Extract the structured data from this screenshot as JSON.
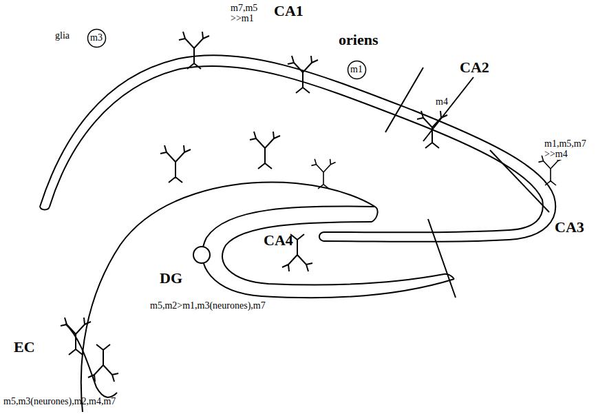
{
  "diagram": {
    "nodes": [
      {
        "text": [
          "m3"
        ]
      },
      {
        "text": [
          "m1"
        ]
      }
    ],
    "labels": [
      "m7,m5 >>m1",
      "CA1",
      "glia",
      "oriens",
      "CA2",
      "m4",
      "m1,m5,m7 >>m4",
      "CA3",
      "CA4",
      "DG",
      "m5,m2>m1,m3(neurones),m7",
      "EC",
      "m5,m3(neurones),m2,m4,m7"
    ]
  }
}
